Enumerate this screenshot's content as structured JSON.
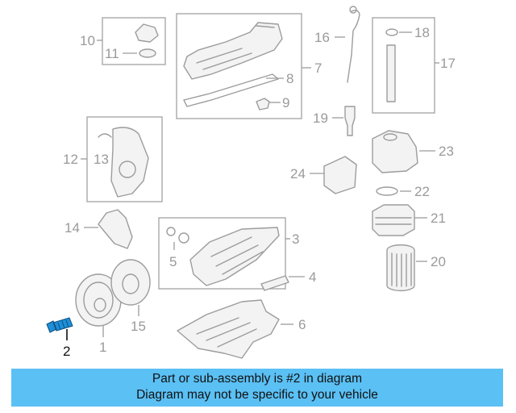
{
  "callouts": {
    "c1": "1",
    "c2": "2",
    "c3": "3",
    "c4": "4",
    "c5": "5",
    "c6": "6",
    "c7": "7",
    "c8": "8",
    "c9": "9",
    "c10": "10",
    "c11": "11",
    "c12": "12",
    "c13": "13",
    "c14": "14",
    "c15": "15",
    "c16": "16",
    "c17": "17",
    "c18": "18",
    "c19": "19",
    "c20": "20",
    "c21": "21",
    "c22": "22",
    "c23": "23",
    "c24": "24"
  },
  "highlighted_part": "2",
  "colors": {
    "highlight_part": "#1e8fd8",
    "banner": "#5bc0f4",
    "diagram_gray": "#9c9c9c"
  },
  "banner": {
    "line1": "Part or sub-assembly is #2 in diagram",
    "line2": "Diagram may not be specific to your vehicle"
  }
}
